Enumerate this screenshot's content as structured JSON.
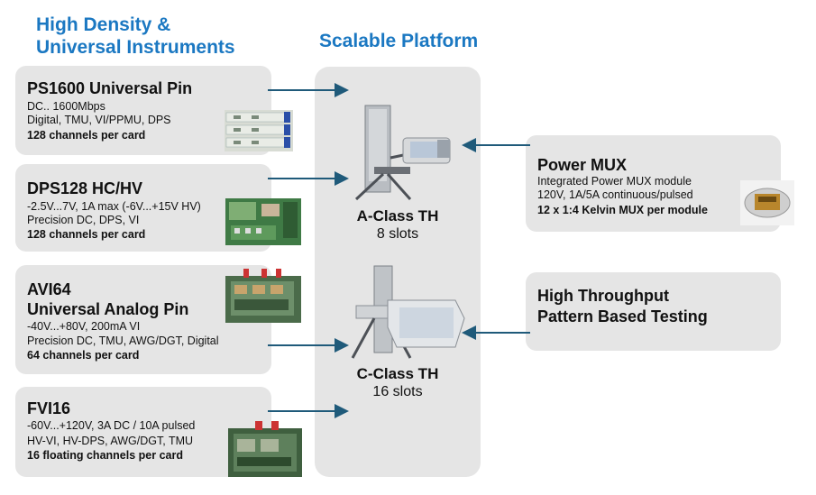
{
  "headings": {
    "left": [
      "High Density &",
      "Universal Instruments"
    ],
    "center": "Scalable Platform"
  },
  "cards": [
    {
      "title": "PS1600 Universal Pin",
      "lines": [
        "DC.. 1600Mbps",
        "Digital, TMU, VI/PPMU, DPS"
      ],
      "bold_line": "128 channels per card"
    },
    {
      "title": "DPS128 HC/HV",
      "lines": [
        "-2.5V...7V, 1A max (-6V...+15V HV)",
        "Precision DC, DPS, VI"
      ],
      "bold_line": "128 channels per card"
    },
    {
      "title": "AVI64",
      "title2": "Universal Analog Pin",
      "lines": [
        "-40V...+80V, 200mA VI",
        "Precision DC, TMU, AWG/DGT, Digital"
      ],
      "bold_line": "64 channels per card"
    },
    {
      "title": "FVI16",
      "lines": [
        "-60V...+120V, 3A DC / 10A pulsed",
        "HV-VI, HV-DPS, AWG/DGT, TMU"
      ],
      "bold_line": "16 floating channels per card"
    }
  ],
  "platforms": [
    {
      "title": "A-Class TH",
      "slots": "8 slots"
    },
    {
      "title": "C-Class TH",
      "slots": "16 slots"
    }
  ],
  "right_boxes": [
    {
      "title": "Power MUX",
      "lines": [
        "Integrated Power MUX module",
        "120V, 1A/5A continuous/pulsed"
      ],
      "bold_line": "12 x 1:4 Kelvin MUX per module"
    },
    {
      "title_lines": [
        "High Throughput",
        "Pattern Based Testing"
      ]
    }
  ],
  "colors": {
    "heading": "#1b78c2",
    "box": "#e5e5e5",
    "arrow": "#1f5a7a"
  }
}
